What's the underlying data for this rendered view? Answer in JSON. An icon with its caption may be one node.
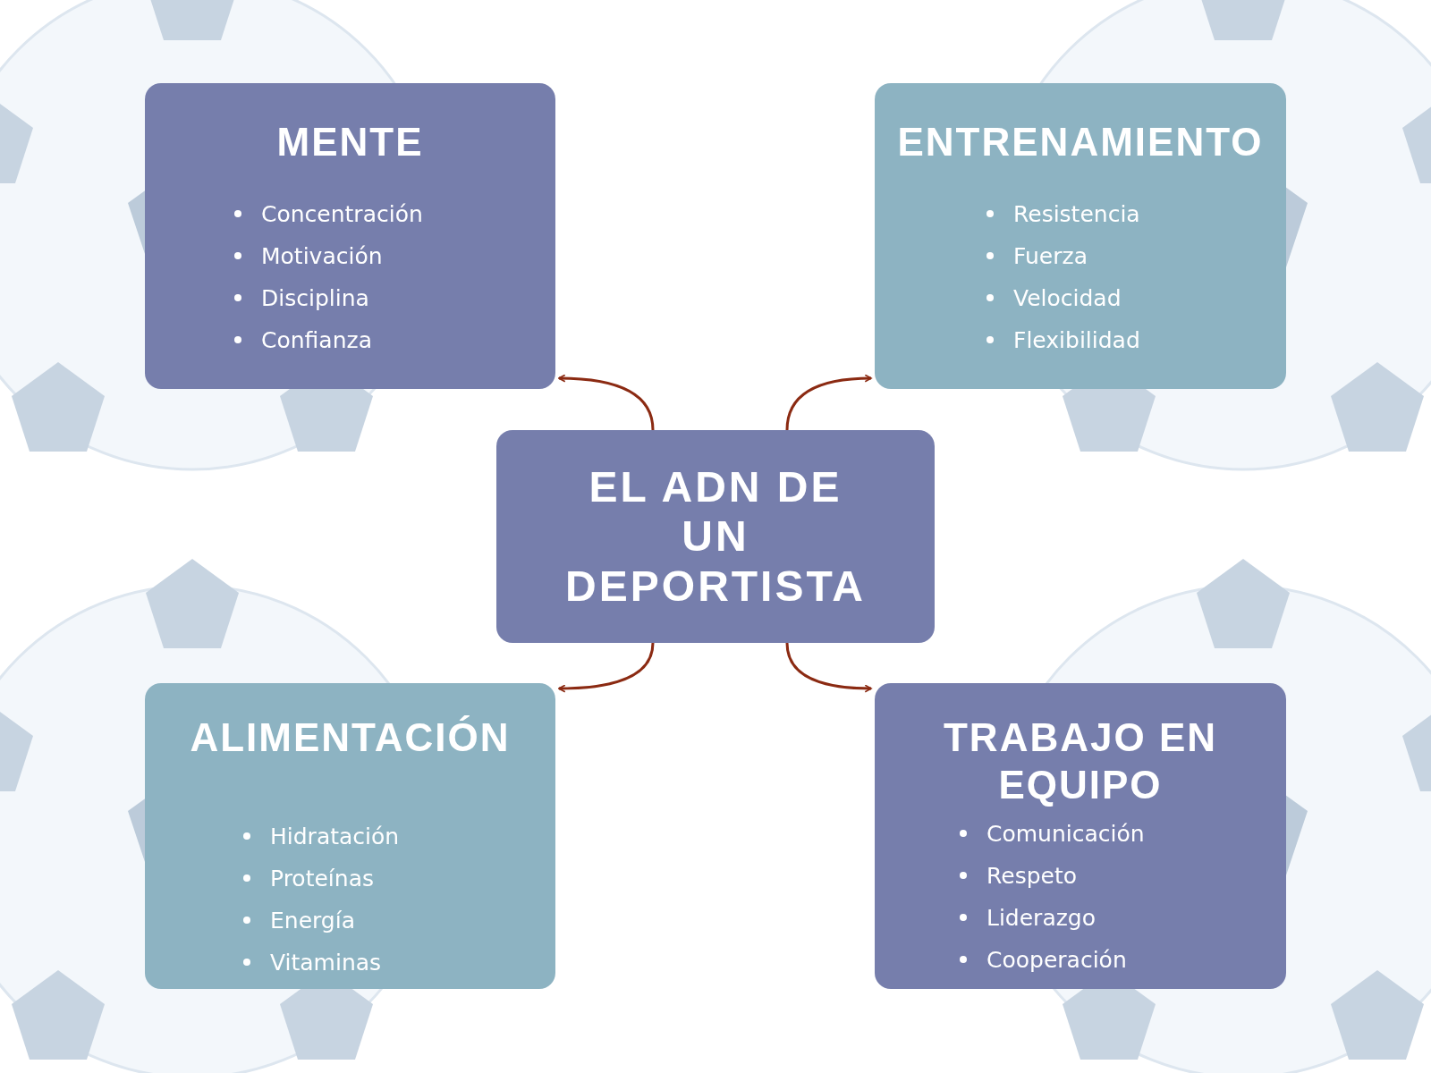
{
  "diagram": {
    "nodes": [
      {
        "text": [
          "MENTE",
          "Concentración",
          "Motivación",
          "Disciplina",
          "Confianza"
        ]
      },
      {
        "text": [
          "ENTRENAMIENTO",
          "Resistencia",
          "Fuerza",
          "Velocidad",
          "Flexibilidad"
        ]
      },
      {
        "text": [
          "EL ADN DE UN DEPORTISTA"
        ]
      },
      {
        "text": [
          "ALIMENTACIÓN",
          "Hidratación",
          "Proteínas",
          "Energía",
          "Vitaminas"
        ]
      },
      {
        "text": [
          "TRABAJO EN EQUIPO",
          "Comunicación",
          "Respeto",
          "Liderazgo",
          "Cooperación"
        ]
      }
    ],
    "edges": [
      {
        "from": 2,
        "to": 0,
        "arrow": "to"
      },
      {
        "from": 2,
        "to": 1,
        "arrow": "to"
      },
      {
        "from": 2,
        "to": 3,
        "arrow": "to"
      },
      {
        "from": 2,
        "to": 4,
        "arrow": "to"
      }
    ]
  }
}
